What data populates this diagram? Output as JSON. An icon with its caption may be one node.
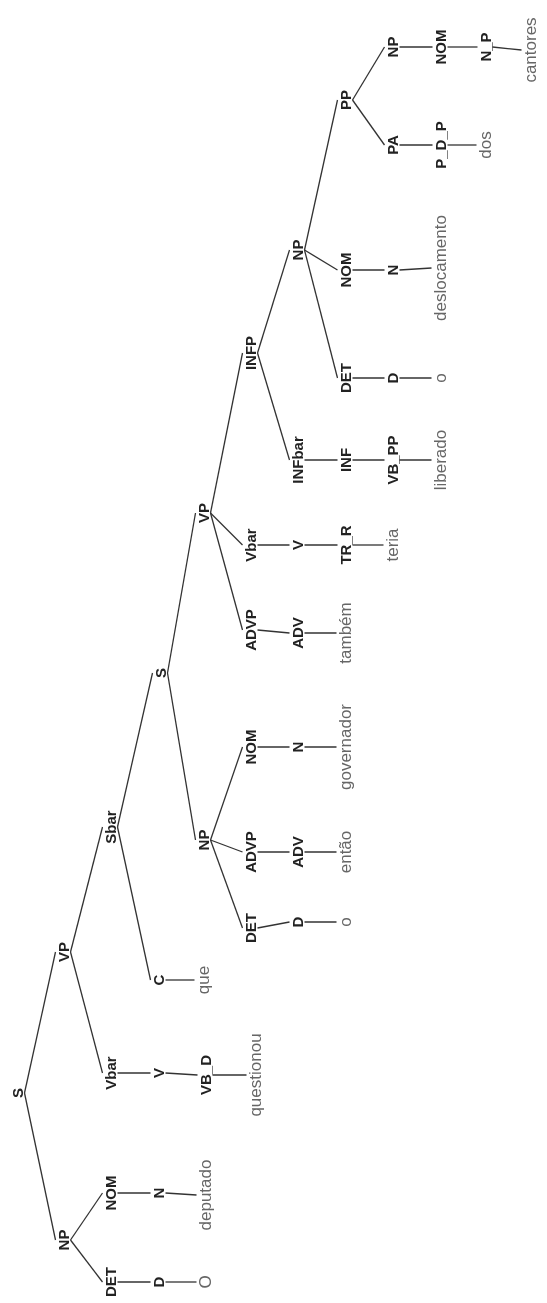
{
  "diagram": {
    "nodes": [
      {
        "text": [
          "S"
        ]
      },
      {
        "text": [
          "NP"
        ]
      },
      {
        "text": [
          "DET"
        ]
      },
      {
        "text": [
          "D"
        ]
      },
      {
        "text": [
          "O"
        ]
      },
      {
        "text": [
          "NOM"
        ]
      },
      {
        "text": [
          "N"
        ]
      },
      {
        "text": [
          "deputado"
        ]
      },
      {
        "text": [
          "VP"
        ]
      },
      {
        "text": [
          "Vbar"
        ]
      },
      {
        "text": [
          "V"
        ]
      },
      {
        "text": [
          "VB_D"
        ]
      },
      {
        "text": [
          "questionou"
        ]
      },
      {
        "text": [
          "Sbar"
        ]
      },
      {
        "text": [
          "C"
        ]
      },
      {
        "text": [
          "que"
        ]
      },
      {
        "text": [
          "S"
        ]
      },
      {
        "text": [
          "NP"
        ]
      },
      {
        "text": [
          "DET"
        ]
      },
      {
        "text": [
          "D"
        ]
      },
      {
        "text": [
          "o"
        ]
      },
      {
        "text": [
          "ADVP"
        ]
      },
      {
        "text": [
          "ADV"
        ]
      },
      {
        "text": [
          "então"
        ]
      },
      {
        "text": [
          "NOM"
        ]
      },
      {
        "text": [
          "N"
        ]
      },
      {
        "text": [
          "governador"
        ]
      },
      {
        "text": [
          "VP"
        ]
      },
      {
        "text": [
          "ADVP"
        ]
      },
      {
        "text": [
          "ADV"
        ]
      },
      {
        "text": [
          "também"
        ]
      },
      {
        "text": [
          "Vbar"
        ]
      },
      {
        "text": [
          "V"
        ]
      },
      {
        "text": [
          "TR_R"
        ]
      },
      {
        "text": [
          "teria"
        ]
      },
      {
        "text": [
          "INFP"
        ]
      },
      {
        "text": [
          "INFbar"
        ]
      },
      {
        "text": [
          "INF"
        ]
      },
      {
        "text": [
          "VB_PP"
        ]
      },
      {
        "text": [
          "liberado"
        ]
      },
      {
        "text": [
          "NP"
        ]
      },
      {
        "text": [
          "DET"
        ]
      },
      {
        "text": [
          "D"
        ]
      },
      {
        "text": [
          "o"
        ]
      },
      {
        "text": [
          "NOM"
        ]
      },
      {
        "text": [
          "N"
        ]
      },
      {
        "text": [
          "deslocamento"
        ]
      },
      {
        "text": [
          "PP"
        ]
      },
      {
        "text": [
          "PA"
        ]
      },
      {
        "text": [
          "P_D_P"
        ]
      },
      {
        "text": [
          "dos"
        ]
      },
      {
        "text": [
          "NP"
        ]
      },
      {
        "text": [
          "NOM"
        ]
      },
      {
        "text": [
          "N_P"
        ]
      },
      {
        "text": [
          "cantores"
        ]
      }
    ],
    "edges": [
      {
        "from": 0,
        "to": 1,
        "arrow": "none"
      },
      {
        "from": 1,
        "to": 2,
        "arrow": "none"
      },
      {
        "from": 2,
        "to": 3,
        "arrow": "none"
      },
      {
        "from": 3,
        "to": 4,
        "arrow": "none"
      },
      {
        "from": 1,
        "to": 5,
        "arrow": "none"
      },
      {
        "from": 5,
        "to": 6,
        "arrow": "none"
      },
      {
        "from": 6,
        "to": 7,
        "arrow": "none"
      },
      {
        "from": 0,
        "to": 8,
        "arrow": "none"
      },
      {
        "from": 8,
        "to": 9,
        "arrow": "none"
      },
      {
        "from": 9,
        "to": 10,
        "arrow": "none"
      },
      {
        "from": 10,
        "to": 11,
        "arrow": "none"
      },
      {
        "from": 11,
        "to": 12,
        "arrow": "none"
      },
      {
        "from": 8,
        "to": 13,
        "arrow": "none"
      },
      {
        "from": 13,
        "to": 14,
        "arrow": "none"
      },
      {
        "from": 14,
        "to": 15,
        "arrow": "none"
      },
      {
        "from": 13,
        "to": 16,
        "arrow": "none"
      },
      {
        "from": 16,
        "to": 17,
        "arrow": "none"
      },
      {
        "from": 17,
        "to": 18,
        "arrow": "none"
      },
      {
        "from": 18,
        "to": 19,
        "arrow": "none"
      },
      {
        "from": 19,
        "to": 20,
        "arrow": "none"
      },
      {
        "from": 17,
        "to": 21,
        "arrow": "none"
      },
      {
        "from": 21,
        "to": 22,
        "arrow": "none"
      },
      {
        "from": 22,
        "to": 23,
        "arrow": "none"
      },
      {
        "from": 17,
        "to": 24,
        "arrow": "none"
      },
      {
        "from": 24,
        "to": 25,
        "arrow": "none"
      },
      {
        "from": 25,
        "to": 26,
        "arrow": "none"
      },
      {
        "from": 16,
        "to": 27,
        "arrow": "none"
      },
      {
        "from": 27,
        "to": 28,
        "arrow": "none"
      },
      {
        "from": 28,
        "to": 29,
        "arrow": "none"
      },
      {
        "from": 29,
        "to": 30,
        "arrow": "none"
      },
      {
        "from": 27,
        "to": 31,
        "arrow": "none"
      },
      {
        "from": 31,
        "to": 32,
        "arrow": "none"
      },
      {
        "from": 32,
        "to": 33,
        "arrow": "none"
      },
      {
        "from": 33,
        "to": 34,
        "arrow": "none"
      },
      {
        "from": 27,
        "to": 35,
        "arrow": "none"
      },
      {
        "from": 35,
        "to": 36,
        "arrow": "none"
      },
      {
        "from": 36,
        "to": 37,
        "arrow": "none"
      },
      {
        "from": 37,
        "to": 38,
        "arrow": "none"
      },
      {
        "from": 38,
        "to": 39,
        "arrow": "none"
      },
      {
        "from": 35,
        "to": 40,
        "arrow": "none"
      },
      {
        "from": 40,
        "to": 41,
        "arrow": "none"
      },
      {
        "from": 41,
        "to": 42,
        "arrow": "none"
      },
      {
        "from": 42,
        "to": 43,
        "arrow": "none"
      },
      {
        "from": 40,
        "to": 44,
        "arrow": "none"
      },
      {
        "from": 44,
        "to": 45,
        "arrow": "none"
      },
      {
        "from": 45,
        "to": 46,
        "arrow": "none"
      },
      {
        "from": 40,
        "to": 47,
        "arrow": "none"
      },
      {
        "from": 47,
        "to": 48,
        "arrow": "none"
      },
      {
        "from": 48,
        "to": 49,
        "arrow": "none"
      },
      {
        "from": 49,
        "to": 50,
        "arrow": "none"
      },
      {
        "from": 47,
        "to": 51,
        "arrow": "none"
      },
      {
        "from": 51,
        "to": 52,
        "arrow": "none"
      },
      {
        "from": 52,
        "to": 53,
        "arrow": "none"
      },
      {
        "from": 53,
        "to": 54,
        "arrow": "none"
      }
    ]
  }
}
